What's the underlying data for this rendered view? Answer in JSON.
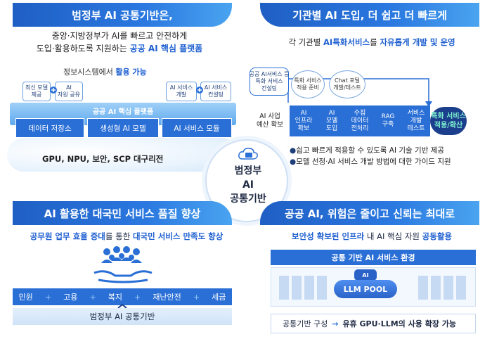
{
  "q1": {
    "title": "범정부 AI 공통기반은,",
    "desc_line1": "중앙·지방정부가 AI를 빠르고 안전하게",
    "desc_line2_pre": "도입·활용하도록 지원하는 ",
    "desc_line2_hl": "공공 AI 핵심 플랫폼",
    "info_pre": "정보시스템에서 ",
    "info_hl": "활용 가능",
    "boxes": [
      "최신 모델\n제공",
      "AI\n자원 공유",
      "AI 서비스\n개발",
      "AI 서비스\n컨설팅"
    ],
    "platform_label": "공공 AI 핵심 플랫폼",
    "modules": [
      "데이터 저장소",
      "생성형 AI 모델",
      "AI 서비스 모듈"
    ],
    "infra": "GPU, NPU, 보안, SCP 대구리전"
  },
  "center": {
    "line1": "범정부",
    "line2": "AI",
    "line3": "공통기반"
  },
  "q2": {
    "title": "기관별 AI 도입, 더 쉽고 더 빠르게",
    "desc_pre": "각 기관별 ",
    "desc_hl1": "AI특화서비스",
    "desc_mid": "를 ",
    "desc_hl2": "자유롭게 개발 및 운영",
    "badge": "공공 AI서비스 등\n특화 서비스\n컨설팅",
    "circle1": "특화 서비스\n적용 준비",
    "circle2": "Chat 포털\n개발/테스트",
    "budget": "AI 사업\n예산 확보",
    "steps": [
      "AI\n인프라\n확보",
      "AI\n모델\n도입",
      "수집\n데이터\n전처리",
      "RAG\n구축",
      "서비스\n개발\n테스트"
    ],
    "end_label": "특화 서비스\n적용/확산",
    "bullet1": "쉽고 빠르게 적용할 수 있도록 AI 기술 기반 제공",
    "bullet2": "모델 선정·AI 서비스 개발 방법에 대한 가이드 지원"
  },
  "q3": {
    "title": "AI 활용한 대국민 서비스 품질 향상",
    "sub_hl1": "공무원 업무 효율 증대",
    "sub_mid": "를 통한 ",
    "sub_hl2": "대국민 서비스 만족도 향상",
    "services": [
      "민원",
      "고용",
      "복지",
      "재난안전",
      "세금"
    ],
    "base": "범정부 AI 공통기반"
  },
  "q4": {
    "title": "공공 AI, 위험은 줄이고 신뢰는 최대로",
    "sub_hl1": "보안성 확보된 인프라",
    "sub_mid": " 내 AI 핵심 자원 ",
    "sub_hl2": "공동활용",
    "env_title": "공통 기반 AI 서비스 환경",
    "pool": "LLM POOL",
    "pool_icon": "AI",
    "bottom_pre": "공통기반 구성 ",
    "bottom_arrow": "→",
    "bottom_hl": "유휴 GPU·LLM의 사용 확장 가능"
  },
  "colors": {
    "primary": "#2a6fd6",
    "dark": "#1b3f8c",
    "accent": "#1e5fd0"
  }
}
